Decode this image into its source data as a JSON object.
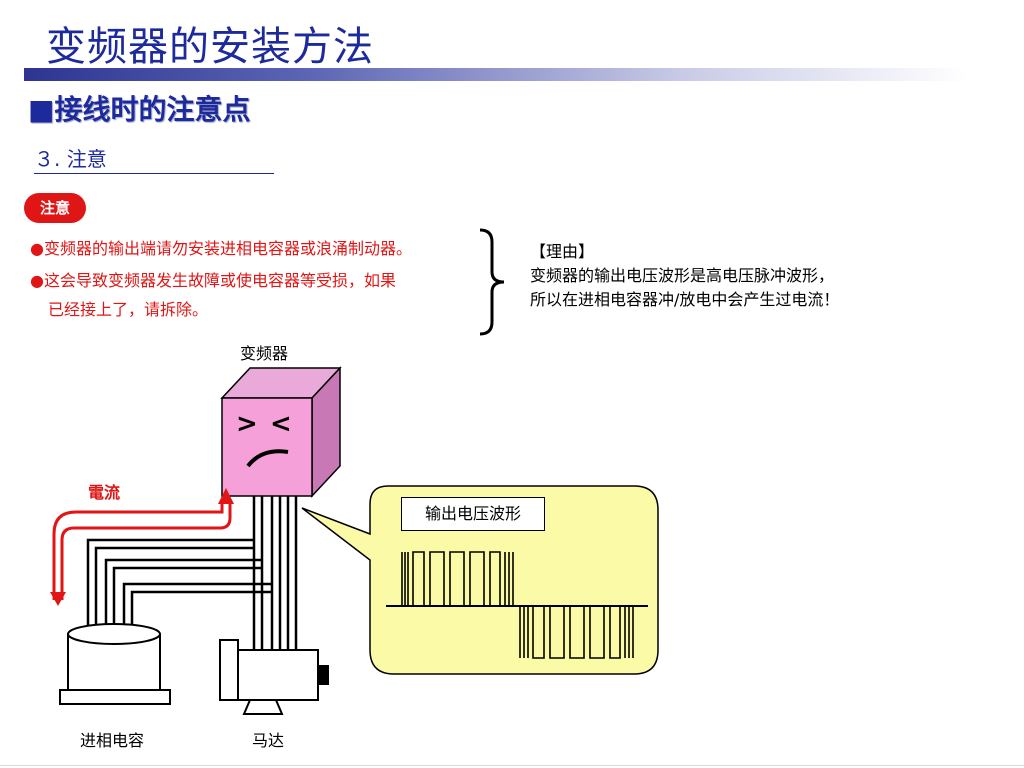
{
  "title": "变频器的安装方法",
  "subtitle": "■接线时的注意点",
  "section": "３. 注意",
  "badge": "注意",
  "warnings": [
    "●变频器的输出端请勿安装进相电容器或浪涌制动器。",
    "●这会导致变频器发生故障或使电容器等受损，如果",
    "已经接上了，请拆除。"
  ],
  "reason": {
    "heading": "【理由】",
    "line1": "变频器的输出电压波形是高电压脉冲波形，",
    "line2": "所以在进相电容器冲/放电中会产生过电流！"
  },
  "diagram": {
    "inverter_label": "变频器",
    "current_label": "電流",
    "capacitor_label": "进相电容",
    "motor_label": "马达",
    "wave_label": "输出电压波形",
    "face": "＞＜"
  },
  "colors": {
    "title": "#1d2a9c",
    "warning": "#e01616",
    "inverter_front": "#f5a0d8",
    "inverter_side": "#c978b6",
    "bubble": "#fbfaa6"
  }
}
